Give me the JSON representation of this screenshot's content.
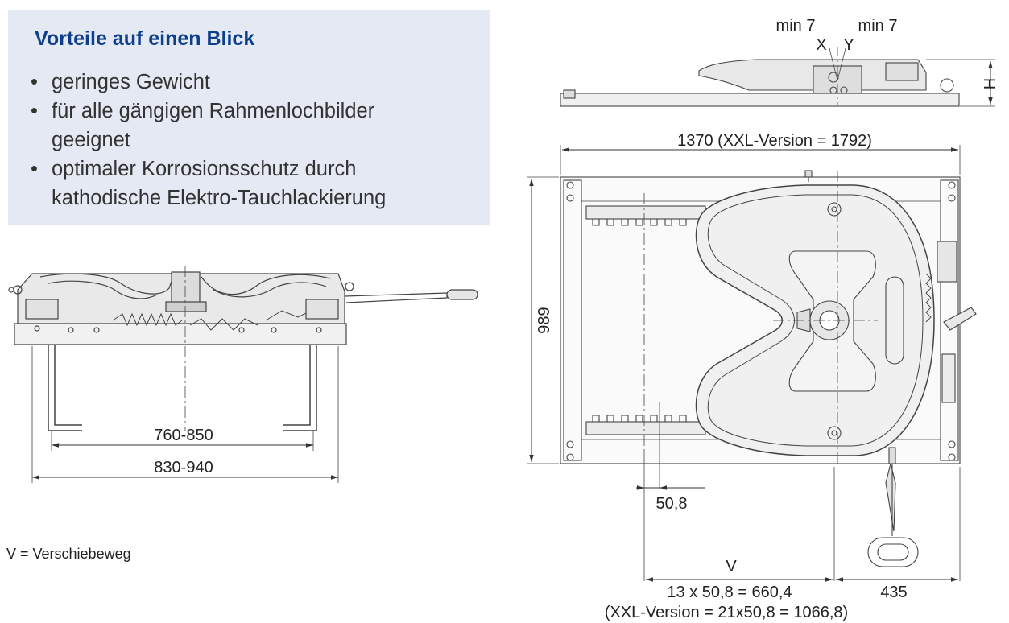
{
  "info": {
    "title": "Vorteile auf einen Blick",
    "bullets": [
      {
        "line1": "geringes Gewicht",
        "line2": ""
      },
      {
        "line1": "für alle gängigen Rahmenlochbilder",
        "line2": "geeignet"
      },
      {
        "line1": "optimaler Korrosionsschutz durch",
        "line2": "kathodische Elektro-Tauchlackierung"
      }
    ]
  },
  "side_view": {
    "dim_inner": "760-850",
    "dim_outer": "830-940"
  },
  "top_view": {
    "min_x": "min 7",
    "min_y": "min 7",
    "label_x": "X",
    "label_y": "Y",
    "label_h": "H",
    "dim_width": "1370 (XXL-Version = 1792)",
    "dim_height": "989",
    "dim_step": "50,8",
    "dim_v": "V",
    "dim_travel": "13 x 50,8 = 660,4",
    "dim_travel_xxl": "(XXL-Version = 21x50,8 = 1066,8)",
    "dim_435": "435"
  },
  "legend": "V = Verschiebeweg"
}
